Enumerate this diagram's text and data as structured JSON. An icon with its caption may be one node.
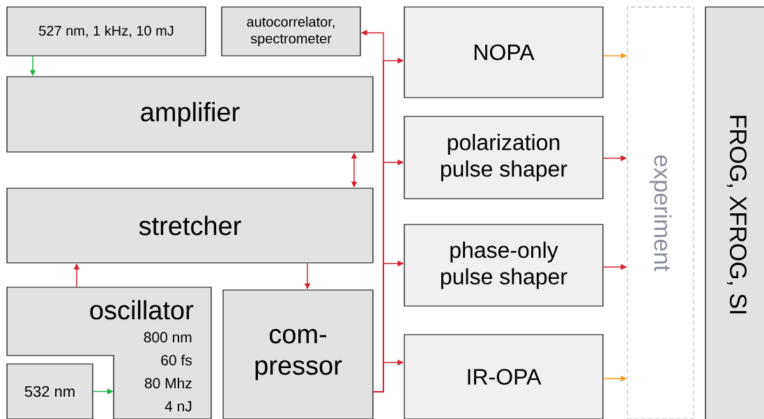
{
  "diagram": {
    "nodes": [
      {
        "text": [
          "527 nm, 1 kHz, 10 mJ"
        ]
      },
      {
        "text": [
          "autocorrelator, spectrometer"
        ]
      },
      {
        "text": [
          "NOPA"
        ]
      },
      {
        "text": [
          "amplifier"
        ]
      },
      {
        "text": [
          "polarization pulse shaper"
        ]
      },
      {
        "text": [
          "stretcher"
        ]
      },
      {
        "text": [
          "phase-only pulse shaper"
        ]
      },
      {
        "text": [
          "oscillator",
          "800 nm",
          "60 fs",
          "80 Mhz",
          "4 nJ"
        ]
      },
      {
        "text": [
          "com- pressor"
        ]
      },
      {
        "text": [
          "IR-OPA"
        ]
      },
      {
        "text": [
          "532 nm"
        ]
      },
      {
        "text": [
          "experiment"
        ]
      },
      {
        "text": [
          "FROG, XFROG, SI"
        ]
      }
    ],
    "edges": [
      {
        "from": 0,
        "to": 3,
        "arrow": "to",
        "color": "#1db34a"
      },
      {
        "from": 3,
        "to": 5,
        "arrow": "both"
      },
      {
        "from": 10,
        "to": 7,
        "arrow": "to",
        "color": "#1db34a"
      },
      {
        "from": 7,
        "to": 5,
        "arrow": "to"
      },
      {
        "from": 5,
        "to": 8,
        "arrow": "to"
      },
      {
        "from": 8,
        "to": 1,
        "arrow": "to"
      },
      {
        "from": 8,
        "to": 2,
        "arrow": "to"
      },
      {
        "from": 8,
        "to": 4,
        "arrow": "to"
      },
      {
        "from": 8,
        "to": 6,
        "arrow": "to"
      },
      {
        "from": 8,
        "to": 9,
        "arrow": "to"
      },
      {
        "from": 2,
        "to": 11,
        "arrow": "to",
        "color": "#f39a1e"
      },
      {
        "from": 4,
        "to": 11,
        "arrow": "to"
      },
      {
        "from": 6,
        "to": 11,
        "arrow": "to"
      },
      {
        "from": 9,
        "to": 11,
        "arrow": "to",
        "color": "#f39a1e"
      }
    ]
  }
}
